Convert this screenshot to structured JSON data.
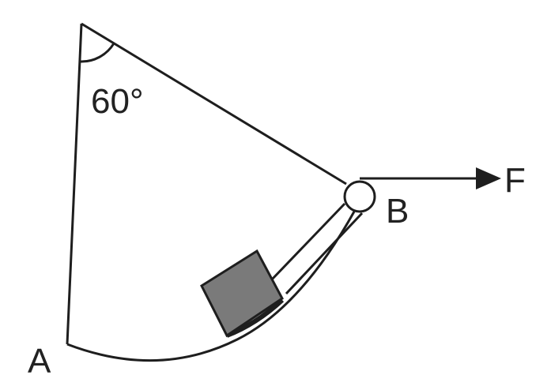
{
  "diagram": {
    "angle_label": "60°",
    "point_a_label": "A",
    "point_b_label": "B",
    "force_label": "F",
    "colors": {
      "ink": "#1e1e1e",
      "block": "#7a7a7a",
      "background": "#ffffff"
    }
  }
}
